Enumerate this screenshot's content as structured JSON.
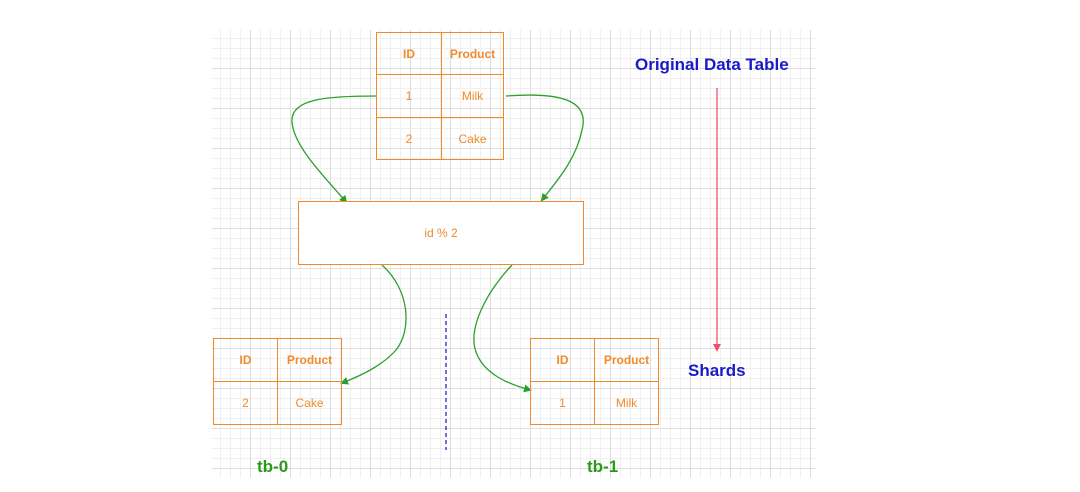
{
  "colors": {
    "table_stroke": "#f08a2c",
    "arrow_green": "#2ca02c",
    "title_blue": "#1a1ac8",
    "label_green": "#2b9a1a",
    "flow_arrow_red": "#f0506a",
    "divider_blue": "#2222cc"
  },
  "original_table": {
    "headers": [
      "ID",
      "Product"
    ],
    "rows": [
      [
        "1",
        "Milk"
      ],
      [
        "2",
        "Cake"
      ]
    ]
  },
  "hash_box": {
    "label": "id % 2"
  },
  "shard_0": {
    "headers": [
      "ID",
      "Product"
    ],
    "rows": [
      [
        "2",
        "Cake"
      ]
    ],
    "name": "tb-0"
  },
  "shard_1": {
    "headers": [
      "ID",
      "Product"
    ],
    "rows": [
      [
        "1",
        "Milk"
      ]
    ],
    "name": "tb-1"
  },
  "titles": {
    "original": "Original Data Table",
    "shards": "Shards"
  }
}
